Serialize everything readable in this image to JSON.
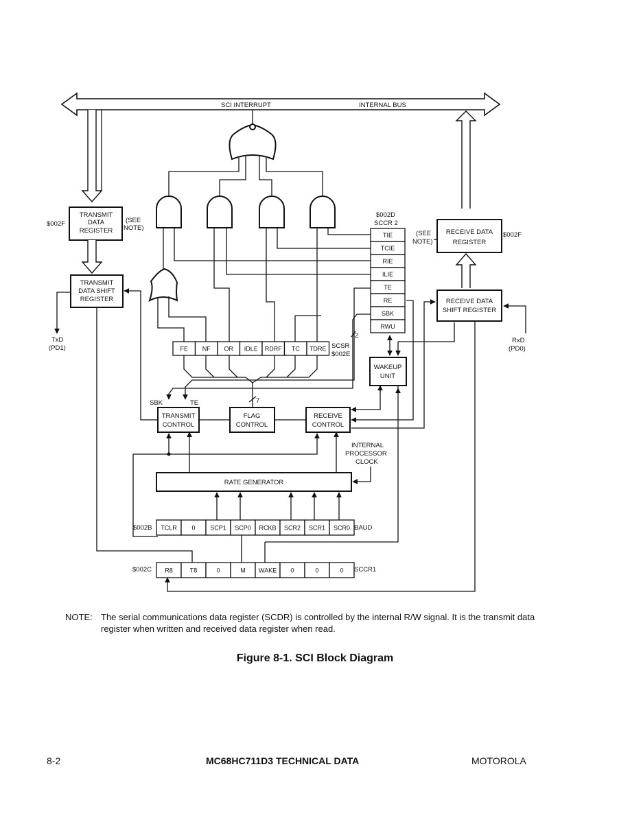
{
  "bus": {
    "interrupt_label": "SCI INTERRUPT",
    "internal_bus_label": "INTERNAL BUS"
  },
  "tx_data_reg": {
    "line1": "TRANSMIT",
    "line2": "DATA",
    "line3": "REGISTER",
    "address": "$002F",
    "note1": "(SEE",
    "note2": "NOTE)"
  },
  "tx_shift_reg": {
    "line1": "TRANSMIT",
    "line2": "DATA SHIFT",
    "line3": "REGISTER"
  },
  "txd": {
    "line1": "TxD",
    "line2": "(PD1)"
  },
  "rx_data_reg": {
    "line1": "RECEIVE DATA",
    "line2": "REGISTER",
    "address": "$002F",
    "note1": "(SEE",
    "note2": "NOTE)"
  },
  "rx_shift_reg": {
    "line1": "RECEIVE DATA",
    "line2": "SHIFT REGISTER"
  },
  "rxd": {
    "line1": "RxD",
    "line2": "(PD0)"
  },
  "sccr2": {
    "address": "$002D",
    "name": "SCCR 2",
    "bits": [
      "TIE",
      "TCIE",
      "RIE",
      "ILIE",
      "TE",
      "RE",
      "SBK",
      "RWU"
    ]
  },
  "scsr": {
    "name": "SCSR",
    "address": "$002E",
    "bits": [
      "FE",
      "NF",
      "OR",
      "IDLE",
      "RDRF",
      "TC",
      "TDRE"
    ]
  },
  "wakeup": {
    "line1": "WAKEUP",
    "line2": "UNIT"
  },
  "transmit_control": {
    "line1": "TRANSMIT",
    "line2": "CONTROL",
    "sbk": "SBK",
    "te": "TE"
  },
  "flag_control": {
    "line1": "FLAG",
    "line2": "CONTROL",
    "width": "7"
  },
  "receive_control": {
    "line1": "RECEIVE",
    "line2": "CONTROL"
  },
  "clock": {
    "line1": "INTERNAL",
    "line2": "PROCESSOR",
    "line3": "CLOCK"
  },
  "rate_generator": {
    "label": "RATE GENERATOR"
  },
  "baud": {
    "address": "$002B",
    "name": "BAUD",
    "bits": [
      "TCLR",
      "0",
      "SCP1",
      "SCP0",
      "RCKB",
      "SCR2",
      "SCR1",
      "SCR0"
    ]
  },
  "sccr1": {
    "address": "$002C",
    "name": "SCCR1",
    "bits": [
      "R8",
      "T8",
      "0",
      "M",
      "WAKE",
      "0",
      "0",
      "0"
    ]
  },
  "bus_width": "2",
  "note": {
    "label": "NOTE:",
    "text": "The serial communications data register (SCDR) is controlled by the internal R/W signal.  It is the transmit data register when written and received data register when read."
  },
  "caption": "Figure 8-1. SCI Block Diagram",
  "footer": {
    "page": "8-2",
    "doc": "MC68HC711D3 TECHNICAL DATA",
    "brand": "MOTOROLA"
  }
}
